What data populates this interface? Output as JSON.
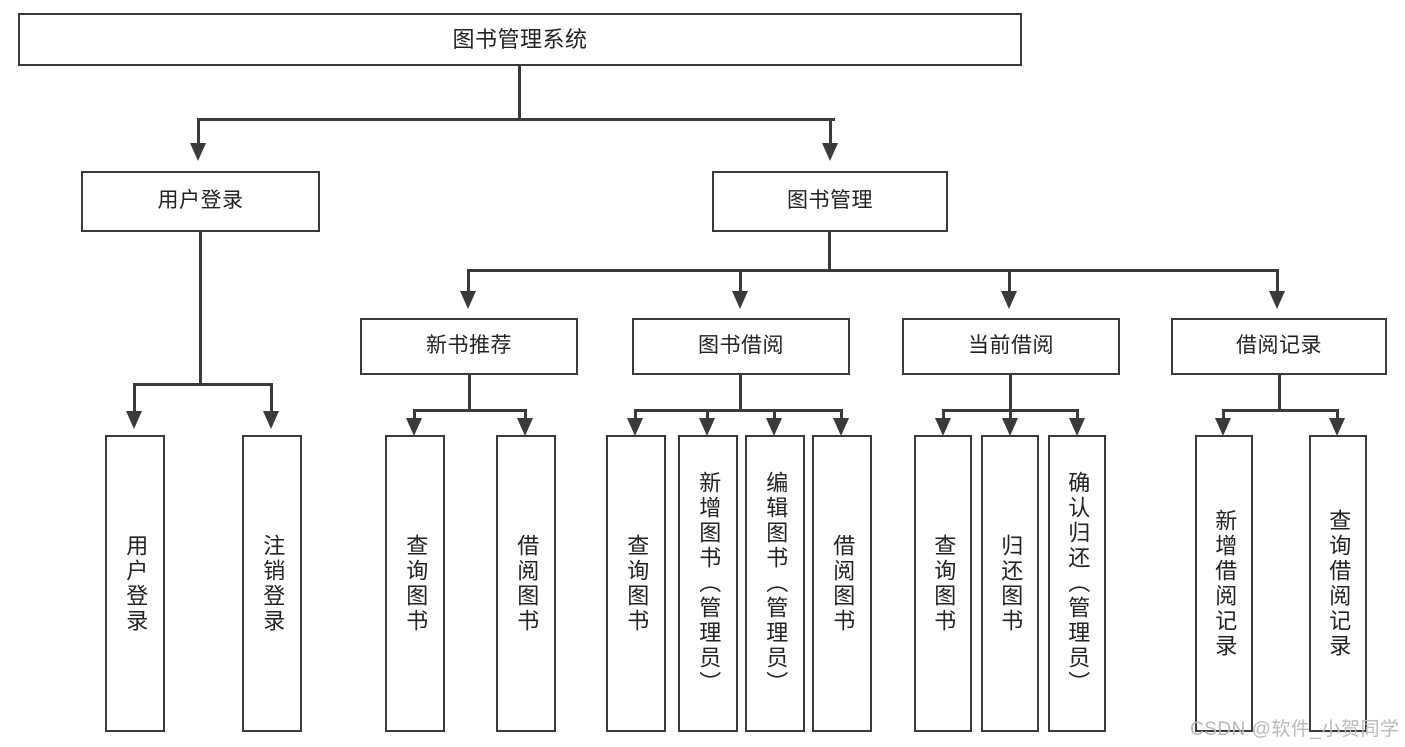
{
  "diagram": {
    "type": "tree-hierarchy",
    "title": "图书管理系统",
    "background_color": "#ffffff",
    "line_color": "#3a3a3a",
    "text_color": "#222222",
    "nodes": {
      "root": {
        "label": "图书管理系统"
      },
      "level2": [
        {
          "label": "用户登录"
        },
        {
          "label": "图书管理"
        }
      ],
      "level3": [
        {
          "label": "新书推荐"
        },
        {
          "label": "图书借阅"
        },
        {
          "label": "当前借阅"
        },
        {
          "label": "借阅记录"
        }
      ],
      "leaves": {
        "user_login": [
          {
            "label": "用户登录"
          },
          {
            "label": "注销登录"
          }
        ],
        "new_book_recommend": [
          {
            "label": "查询图书"
          },
          {
            "label": "借阅图书"
          }
        ],
        "book_borrow": [
          {
            "label": "查询图书"
          },
          {
            "label": "新增图书（管理员）"
          },
          {
            "label": "编辑图书（管理员）"
          },
          {
            "label": "借阅图书"
          }
        ],
        "current_borrow": [
          {
            "label": "查询图书"
          },
          {
            "label": "归还图书"
          },
          {
            "label": "确认归还（管理员）"
          }
        ],
        "borrow_record": [
          {
            "label": "新增借阅记录"
          },
          {
            "label": "查询借阅记录"
          }
        ]
      }
    }
  },
  "watermark": {
    "text": "CSDN @软件_小贺同学"
  }
}
